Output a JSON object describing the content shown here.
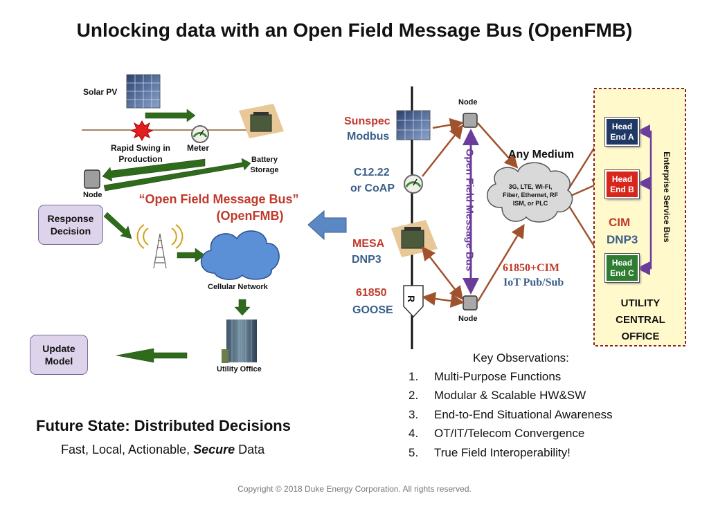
{
  "title": "Unlocking data with an Open Field Message Bus (OpenFMB)",
  "left": {
    "solar_pv": "Solar PV",
    "rapid_swing": "Rapid Swing in Production",
    "meter": "Meter",
    "battery_storage": "Battery Storage",
    "node": "Node",
    "response_decision": "Response Decision",
    "update_model": "Update Model",
    "cellular_network": "Cellular Network",
    "utility_office": "Utility Office",
    "ofmb_line1": "“Open Field Message Bus”",
    "ofmb_line2": "(OpenFMB)",
    "future_title": "Future State: Distributed Decisions",
    "future_sub_pre": "Fast, Local, Actionable, ",
    "future_sub_em": "Secure",
    "future_sub_post": " Data"
  },
  "right": {
    "sunspec": "Sunspec",
    "modbus": "Modbus",
    "c1222": "C12.22",
    "coap": "or CoAP",
    "mesa": "MESA",
    "dnp3": "DNP3",
    "iec61850": "61850",
    "goose": "GOOSE",
    "node_top": "Node",
    "node_bottom": "Node",
    "bus_label": "Open Field Message Bus",
    "any_medium": "Any Medium",
    "cloud_text": "3G, LTE, Wi-Fi, Fiber, Ethernet, RF ISM, or PLC",
    "cim_pubsub_1": "61850+CIM",
    "cim_pubsub_2": "IoT Pub/Sub",
    "router_letter": "R",
    "head_a": "Head End A",
    "head_b": "Head End B",
    "head_c": "Head End C",
    "cim": "CIM",
    "dnp3_central": "DNP3",
    "esb": "Enterprise Service Bus",
    "utility_central": "UTILITY CENTRAL OFFICE"
  },
  "observations": {
    "heading": "Key Observations:",
    "items": [
      {
        "num": "1.",
        "text": "Multi-Purpose Functions"
      },
      {
        "num": "2.",
        "text": "Modular & Scalable HW&SW"
      },
      {
        "num": "3.",
        "text": "End-to-End Situational Awareness"
      },
      {
        "num": "4.",
        "text": "OT/IT/Telecom Convergence"
      },
      {
        "num": "5.",
        "text": "True Field Interoperability!"
      }
    ]
  },
  "copyright": "Copyright © 2018 Duke Energy Corporation. All rights reserved.",
  "colors": {
    "green_arrow": "#2e6b1a",
    "brown_arrow": "#a0522d",
    "purple": "#6a3d9a",
    "cloud": "#5b8fd6",
    "red_text": "#c0392b",
    "blue_text": "#3a5f8a",
    "head_a": "#1f3864",
    "head_b": "#d9261c",
    "head_c": "#2e7d32",
    "central_bg": "#fff9cc",
    "central_border": "#8b2020"
  }
}
